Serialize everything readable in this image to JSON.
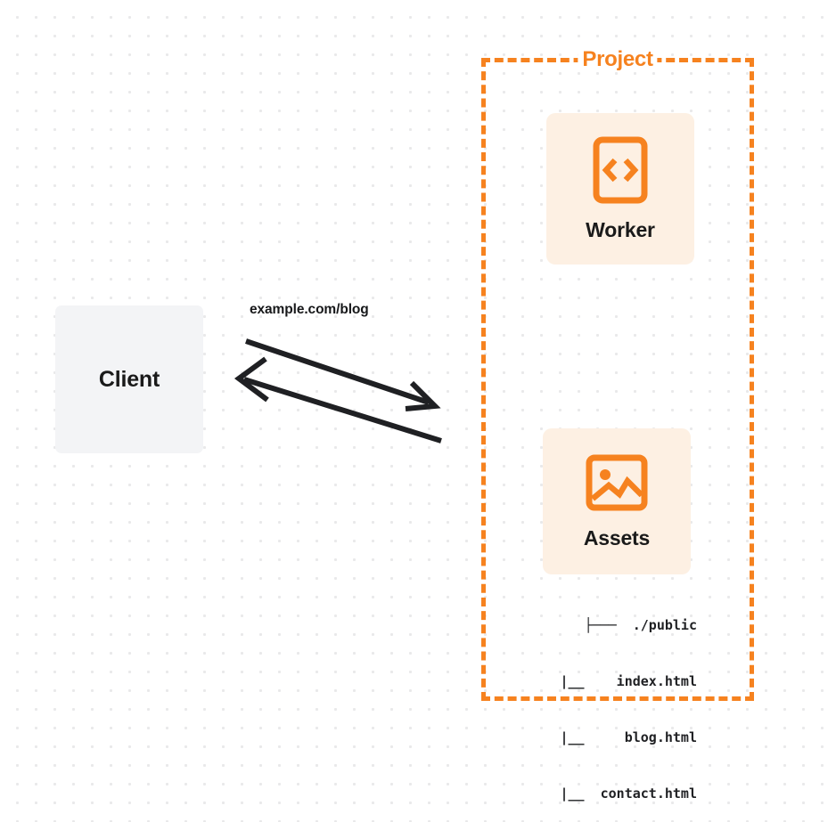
{
  "diagram": {
    "type": "architecture-flow",
    "client": {
      "label": "Client"
    },
    "connection": {
      "label": "example.com/blog",
      "request_direction": "client-to-project",
      "response_direction": "project-to-client"
    },
    "project": {
      "title": "Project",
      "nodes": [
        {
          "id": "worker",
          "label": "Worker",
          "icon": "code-brackets-icon"
        },
        {
          "id": "assets",
          "label": "Assets",
          "icon": "image-icon"
        }
      ],
      "file_tree": [
        "├───  ./public",
        "|__    index.html",
        "|__     blog.html",
        "|__  contact.html"
      ]
    },
    "colors": {
      "accent": "#f6821f",
      "card_background": "#fdf0e3",
      "client_background": "#f3f4f6",
      "text": "#1a1a1a",
      "canvas": "#ffffff"
    }
  }
}
